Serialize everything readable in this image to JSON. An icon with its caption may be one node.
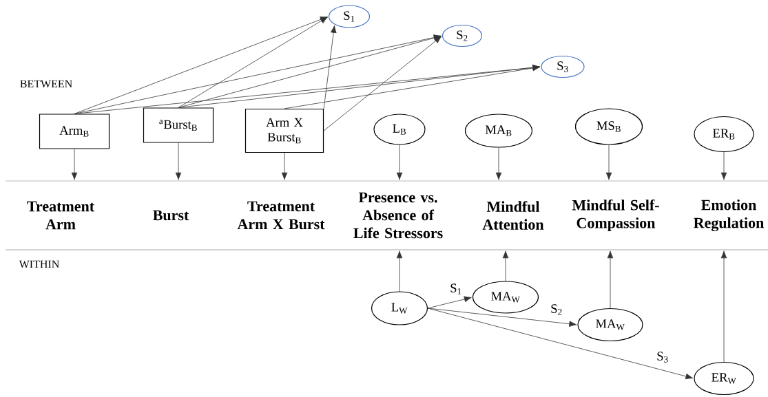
{
  "diagram": {
    "nodes": [
      {
        "text": [
          "S$_{1}$"
        ]
      },
      {
        "text": [
          "S$_{2}$"
        ]
      },
      {
        "text": [
          "S$_{3}$"
        ]
      },
      {
        "text": [
          "Arm$_{B}$"
        ]
      },
      {
        "text": [
          "$^{a}$Burst$_{B}$"
        ]
      },
      {
        "text": [
          "Arm X Burst$_{B}$"
        ]
      },
      {
        "text": [
          "L$_{B}$"
        ]
      },
      {
        "text": [
          "MA$_{B}$"
        ]
      },
      {
        "text": [
          "MS$_{B}$"
        ]
      },
      {
        "text": [
          "ER$_{B}$"
        ]
      },
      {
        "text": [
          "Treatment Arm"
        ]
      },
      {
        "text": [
          "Burst"
        ]
      },
      {
        "text": [
          "Treatment Arm X Burst"
        ]
      },
      {
        "text": [
          "Presence vs. Absence of Life Stressors"
        ]
      },
      {
        "text": [
          "Mindful Attention"
        ]
      },
      {
        "text": [
          "Mindful Self-Compassion"
        ]
      },
      {
        "text": [
          "Emotion Regulation"
        ]
      },
      {
        "text": [
          "L$_{W}$"
        ]
      },
      {
        "text": [
          "MA$_{W}$"
        ]
      },
      {
        "text": [
          "MA$_{W}$"
        ]
      },
      {
        "text": [
          "ER$_{W}$"
        ]
      }
    ],
    "edges": [
      {
        "from": 3,
        "to": 0,
        "arrow": "to"
      },
      {
        "from": 3,
        "to": 1,
        "arrow": "to"
      },
      {
        "from": 3,
        "to": 2,
        "arrow": "to"
      },
      {
        "from": 4,
        "to": 0,
        "arrow": "to"
      },
      {
        "from": 4,
        "to": 1,
        "arrow": "to"
      },
      {
        "from": 4,
        "to": 2,
        "arrow": "to"
      },
      {
        "from": 5,
        "to": 0,
        "arrow": "to"
      },
      {
        "from": 5,
        "to": 1,
        "arrow": "to"
      },
      {
        "from": 5,
        "to": 2,
        "arrow": "to"
      },
      {
        "from": 3,
        "to": 10,
        "arrow": "to"
      },
      {
        "from": 4,
        "to": 11,
        "arrow": "to"
      },
      {
        "from": 5,
        "to": 12,
        "arrow": "to"
      },
      {
        "from": 6,
        "to": 13,
        "arrow": "to"
      },
      {
        "from": 7,
        "to": 14,
        "arrow": "to"
      },
      {
        "from": 8,
        "to": 15,
        "arrow": "to"
      },
      {
        "from": 9,
        "to": 16,
        "arrow": "to"
      },
      {
        "from": 17,
        "to": 13,
        "arrow": "to"
      },
      {
        "from": 18,
        "to": 14,
        "arrow": "to"
      },
      {
        "from": 19,
        "to": 15,
        "arrow": "to"
      },
      {
        "from": 20,
        "to": 16,
        "arrow": "to"
      },
      {
        "from": 17,
        "to": 18,
        "arrow": "to",
        "label": "S$_{1}$"
      },
      {
        "from": 17,
        "to": 19,
        "arrow": "to",
        "label": "S$_{2}$"
      },
      {
        "from": 17,
        "to": 20,
        "arrow": "to",
        "label": "S$_{3}$"
      }
    ],
    "labels": [
      "BETWEEN",
      "WITHIN"
    ]
  }
}
